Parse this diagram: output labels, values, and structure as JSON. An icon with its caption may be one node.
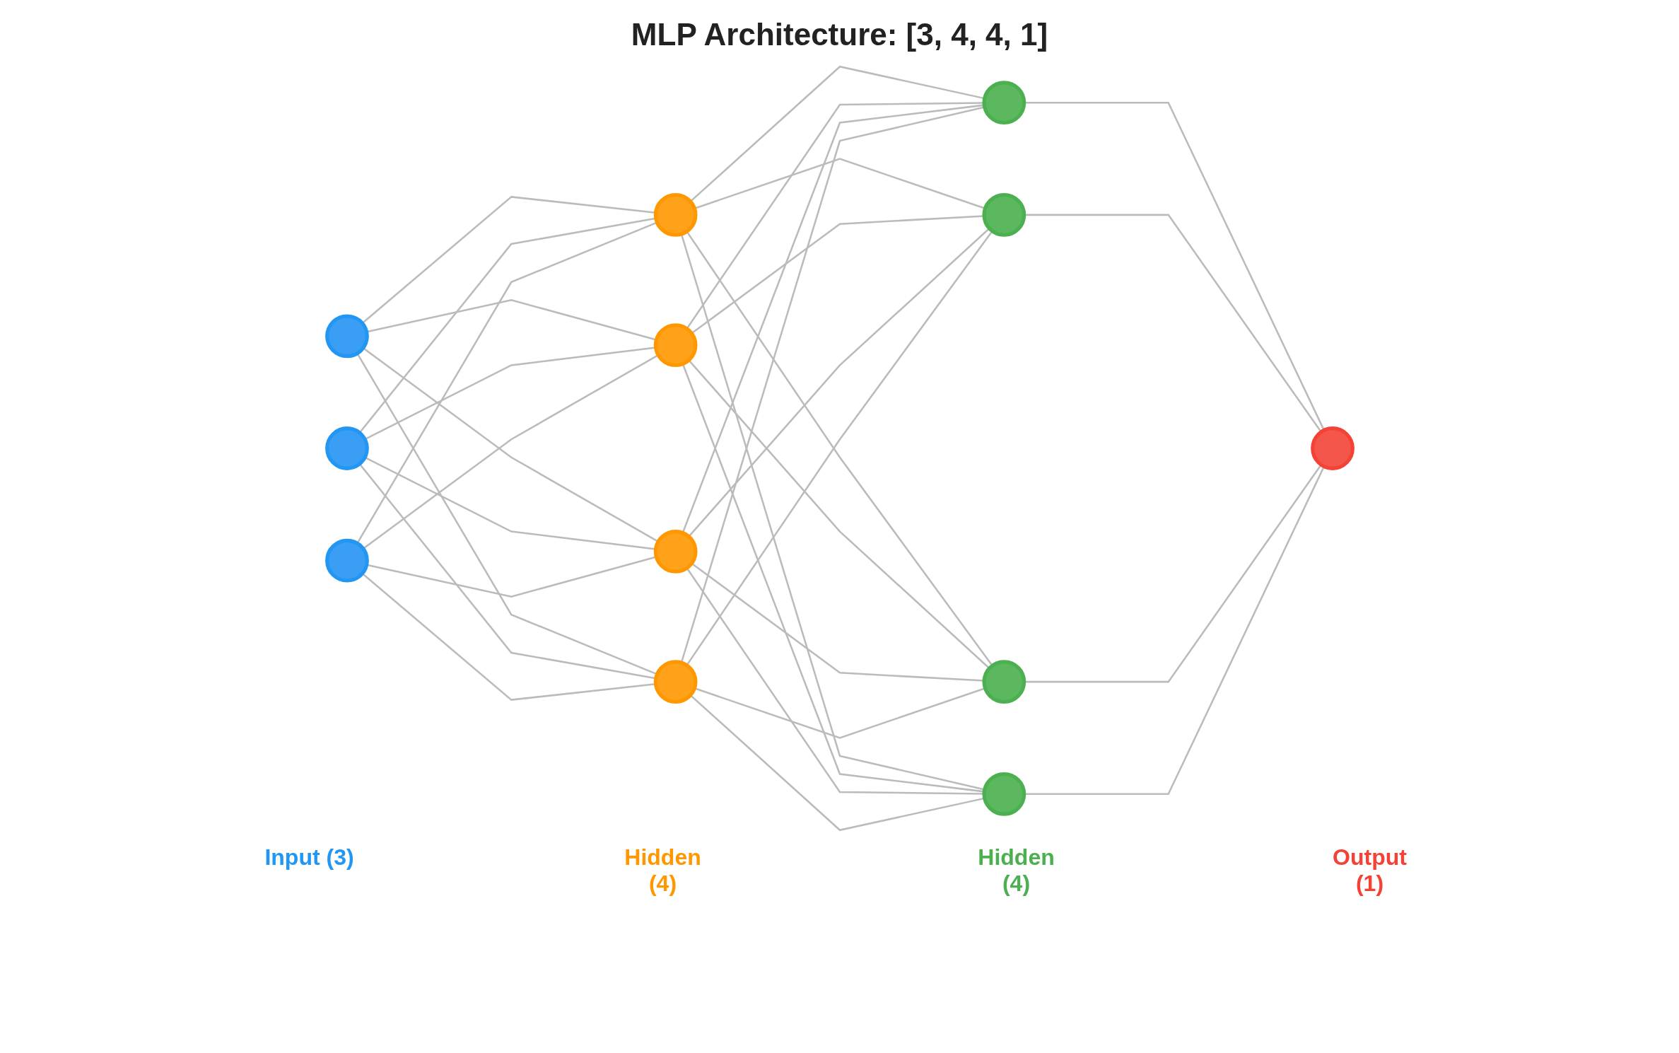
{
  "diagram": {
    "title": "MLP Architecture: [3, 4, 4, 1]",
    "nodes": [
      {
        "text": [],
        "shape": "circle"
      },
      {
        "text": [],
        "shape": "circle"
      },
      {
        "text": [],
        "shape": "circle"
      },
      {
        "text": [],
        "shape": "circle"
      },
      {
        "text": [],
        "shape": "circle"
      },
      {
        "text": [],
        "shape": "circle"
      },
      {
        "text": [],
        "shape": "circle"
      },
      {
        "text": [],
        "shape": "circle"
      },
      {
        "text": [],
        "shape": "circle"
      },
      {
        "text": [],
        "shape": "circle"
      },
      {
        "text": [],
        "shape": "circle"
      },
      {
        "text": [],
        "shape": "circle"
      }
    ],
    "edges": [
      {
        "from": 0,
        "to": 3,
        "arrow": "none"
      },
      {
        "from": 0,
        "to": 4,
        "arrow": "none"
      },
      {
        "from": 0,
        "to": 5,
        "arrow": "none"
      },
      {
        "from": 0,
        "to": 6,
        "arrow": "none"
      },
      {
        "from": 1,
        "to": 3,
        "arrow": "none"
      },
      {
        "from": 1,
        "to": 4,
        "arrow": "none"
      },
      {
        "from": 1,
        "to": 5,
        "arrow": "none"
      },
      {
        "from": 1,
        "to": 6,
        "arrow": "none"
      },
      {
        "from": 2,
        "to": 3,
        "arrow": "none"
      },
      {
        "from": 2,
        "to": 4,
        "arrow": "none"
      },
      {
        "from": 2,
        "to": 5,
        "arrow": "none"
      },
      {
        "from": 2,
        "to": 6,
        "arrow": "none"
      },
      {
        "from": 3,
        "to": 7,
        "arrow": "none"
      },
      {
        "from": 3,
        "to": 8,
        "arrow": "none"
      },
      {
        "from": 3,
        "to": 9,
        "arrow": "none"
      },
      {
        "from": 3,
        "to": 10,
        "arrow": "none"
      },
      {
        "from": 4,
        "to": 7,
        "arrow": "none"
      },
      {
        "from": 4,
        "to": 8,
        "arrow": "none"
      },
      {
        "from": 4,
        "to": 9,
        "arrow": "none"
      },
      {
        "from": 4,
        "to": 10,
        "arrow": "none"
      },
      {
        "from": 5,
        "to": 7,
        "arrow": "none"
      },
      {
        "from": 5,
        "to": 8,
        "arrow": "none"
      },
      {
        "from": 5,
        "to": 9,
        "arrow": "none"
      },
      {
        "from": 5,
        "to": 10,
        "arrow": "none"
      },
      {
        "from": 6,
        "to": 7,
        "arrow": "none"
      },
      {
        "from": 6,
        "to": 8,
        "arrow": "none"
      },
      {
        "from": 6,
        "to": 9,
        "arrow": "none"
      },
      {
        "from": 6,
        "to": 10,
        "arrow": "none"
      },
      {
        "from": 7,
        "to": 11,
        "arrow": "none"
      },
      {
        "from": 8,
        "to": 11,
        "arrow": "none"
      },
      {
        "from": 9,
        "to": 11,
        "arrow": "none"
      },
      {
        "from": 10,
        "to": 11,
        "arrow": "none"
      }
    ],
    "labels": [
      "Input (3)",
      "Hidden (4)",
      "Hidden (4)",
      "Output (1)"
    ]
  }
}
